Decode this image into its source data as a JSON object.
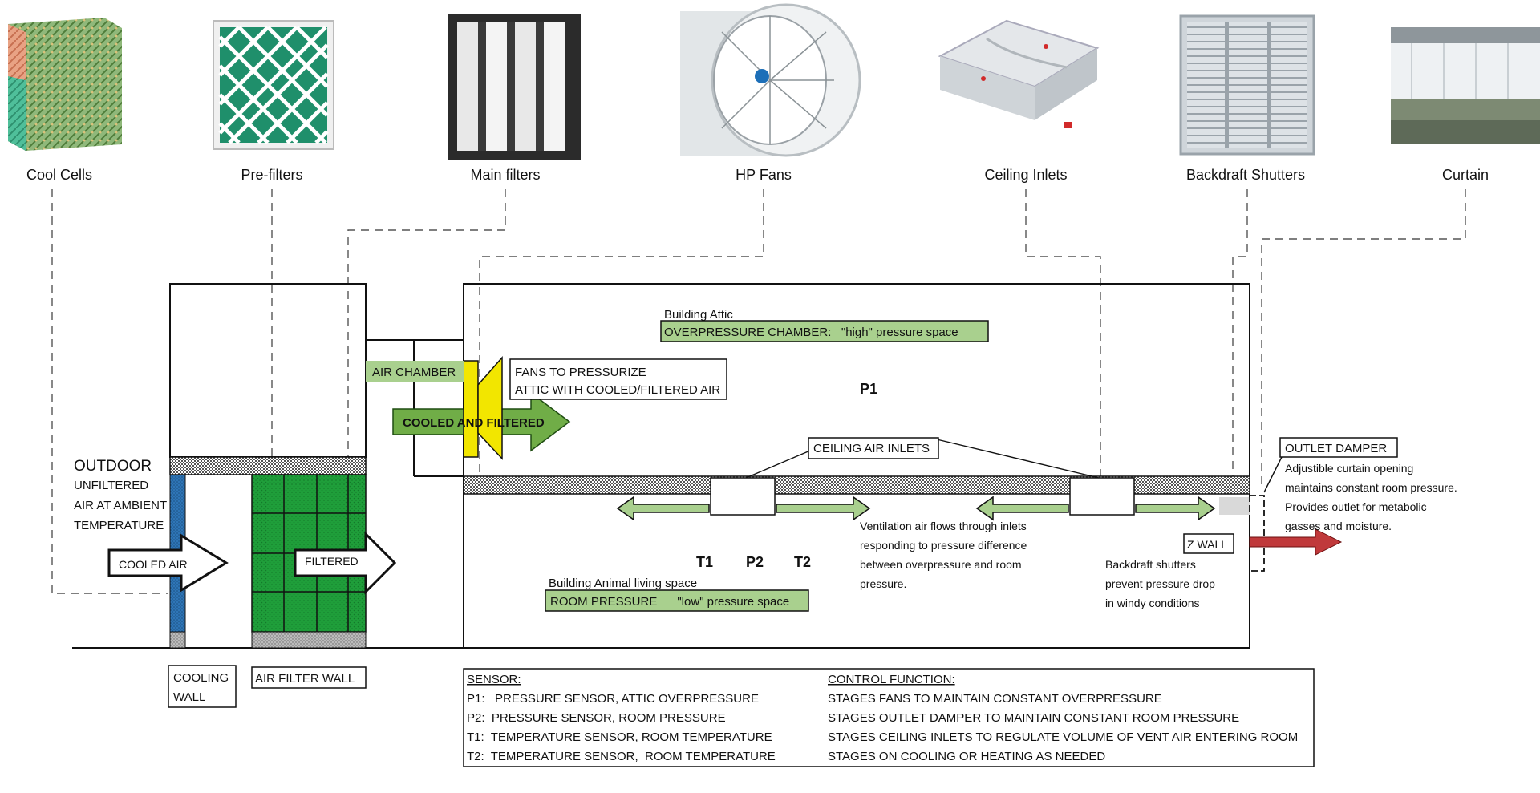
{
  "components": [
    {
      "label": "Cool Cells",
      "icon": "cool-cell-pad-icon"
    },
    {
      "label": "Pre-filters",
      "icon": "pleated-pre-filter-icon"
    },
    {
      "label": "Main filters",
      "icon": "v-bank-main-filter-icon"
    },
    {
      "label": "HP Fans",
      "icon": "cone-fan-icon"
    },
    {
      "label": "Ceiling Inlets",
      "icon": "ceiling-inlet-icon"
    },
    {
      "label": "Backdraft Shutters",
      "icon": "backdraft-shutter-icon"
    },
    {
      "label": "Curtain",
      "icon": "curtain-photo-icon"
    }
  ],
  "labels": {
    "attic_title": "Building Attic",
    "attic_chamber": "OVERPRESSURE CHAMBER:   \"high\" pressure space",
    "air_chamber": "AIR CHAMBER",
    "fans_note_1": "FANS TO PRESSURIZE",
    "fans_note_2": "ATTIC WITH COOLED/FILTERED AIR",
    "p1": "P1",
    "cooled_filtered": "COOLED AND FILTERED",
    "ceiling_air_inlets": "CEILING AIR INLETS",
    "outdoor_1": "OUTDOOR",
    "outdoor_2": "UNFILTERED",
    "outdoor_3": "AIR AT AMBIENT",
    "outdoor_4": "TEMPERATURE",
    "cooled_air": "COOLED AIR",
    "filtered": "FILTERED",
    "t1": "T1",
    "p2": "P2",
    "t2": "T2",
    "living_title": "Building Animal living space",
    "room_pressure": "ROOM PRESSURE      \"low\" pressure space",
    "vent_1": "Ventilation air flows through inlets",
    "vent_2": "responding to pressure difference",
    "vent_3": "between overpressure and room",
    "vent_4": "pressure.",
    "z_wall": "Z WALL",
    "backdraft_1": "Backdraft shutters",
    "backdraft_2": "prevent pressure drop",
    "backdraft_3": "in windy conditions",
    "outlet_damper": "OUTLET DAMPER",
    "outlet_1": "Adjustible curtain opening",
    "outlet_2": "maintains constant room pressure.",
    "outlet_3": "Provides outlet for metabolic",
    "outlet_4": "gasses and moisture.",
    "cooling_wall_1": "COOLING",
    "cooling_wall_2": "WALL",
    "air_filter_wall": "AIR FILTER WALL"
  },
  "legend": {
    "sensor_header": "SENSOR:",
    "function_header": "CONTROL FUNCTION:",
    "rows": [
      {
        "sensor": "P1:   PRESSURE SENSOR, ATTIC OVERPRESSURE",
        "function": "STAGES FANS TO MAINTAIN CONSTANT OVERPRESSURE"
      },
      {
        "sensor": "P2:  PRESSURE SENSOR, ROOM PRESSURE",
        "function": "STAGES OUTLET DAMPER TO MAINTAIN CONSTANT ROOM PRESSURE"
      },
      {
        "sensor": "T1:  TEMPERATURE SENSOR, ROOM TEMPERATURE",
        "function": "STAGES CEILING INLETS TO REGULATE VOLUME OF VENT AIR ENTERING ROOM"
      },
      {
        "sensor": "T2:  TEMPERATURE SENSOR,  ROOM TEMPERATURE",
        "function": "STAGES ON COOLING OR HEATING AS NEEDED"
      }
    ]
  },
  "colors": {
    "highlight_green": "#a9d08e",
    "arrow_green": "#70ad47",
    "arrow_green_light": "#c6e0b4",
    "filter_green": "#1f9e3a",
    "cooling_blue": "#2e75b6",
    "fan_yellow": "#f2e600",
    "outlet_red": "#c0393b"
  }
}
